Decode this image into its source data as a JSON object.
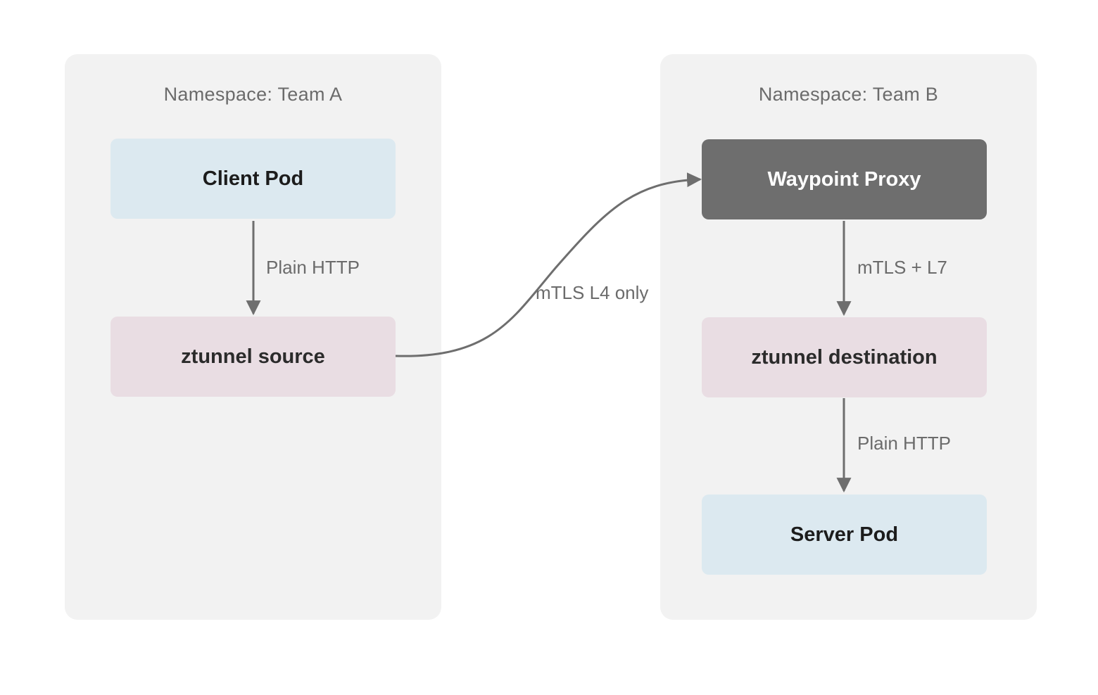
{
  "namespaces": [
    {
      "id": "team-a",
      "label": "Namespace: Team A"
    },
    {
      "id": "team-b",
      "label": "Namespace: Team B"
    }
  ],
  "nodes": {
    "client_pod": "Client Pod",
    "ztunnel_source": "ztunnel source",
    "waypoint_proxy": "Waypoint Proxy",
    "ztunnel_destination": "ztunnel destination",
    "server_pod": "Server Pod"
  },
  "edges": [
    {
      "from": "Client Pod",
      "to": "ztunnel source",
      "label": "Plain HTTP"
    },
    {
      "from": "ztunnel source",
      "to": "Waypoint Proxy",
      "label": "mTLS L4 only"
    },
    {
      "from": "Waypoint Proxy",
      "to": "ztunnel destination",
      "label": "mTLS + L7"
    },
    {
      "from": "ztunnel destination",
      "to": "Server Pod",
      "label": "Plain HTTP"
    }
  ],
  "colors": {
    "namespace_bg": "#f2f2f2",
    "pod_bg": "#dce9f0",
    "ztunnel_bg": "#e9dde3",
    "waypoint_bg": "#6e6e6e",
    "edge": "#6e6e6e"
  }
}
